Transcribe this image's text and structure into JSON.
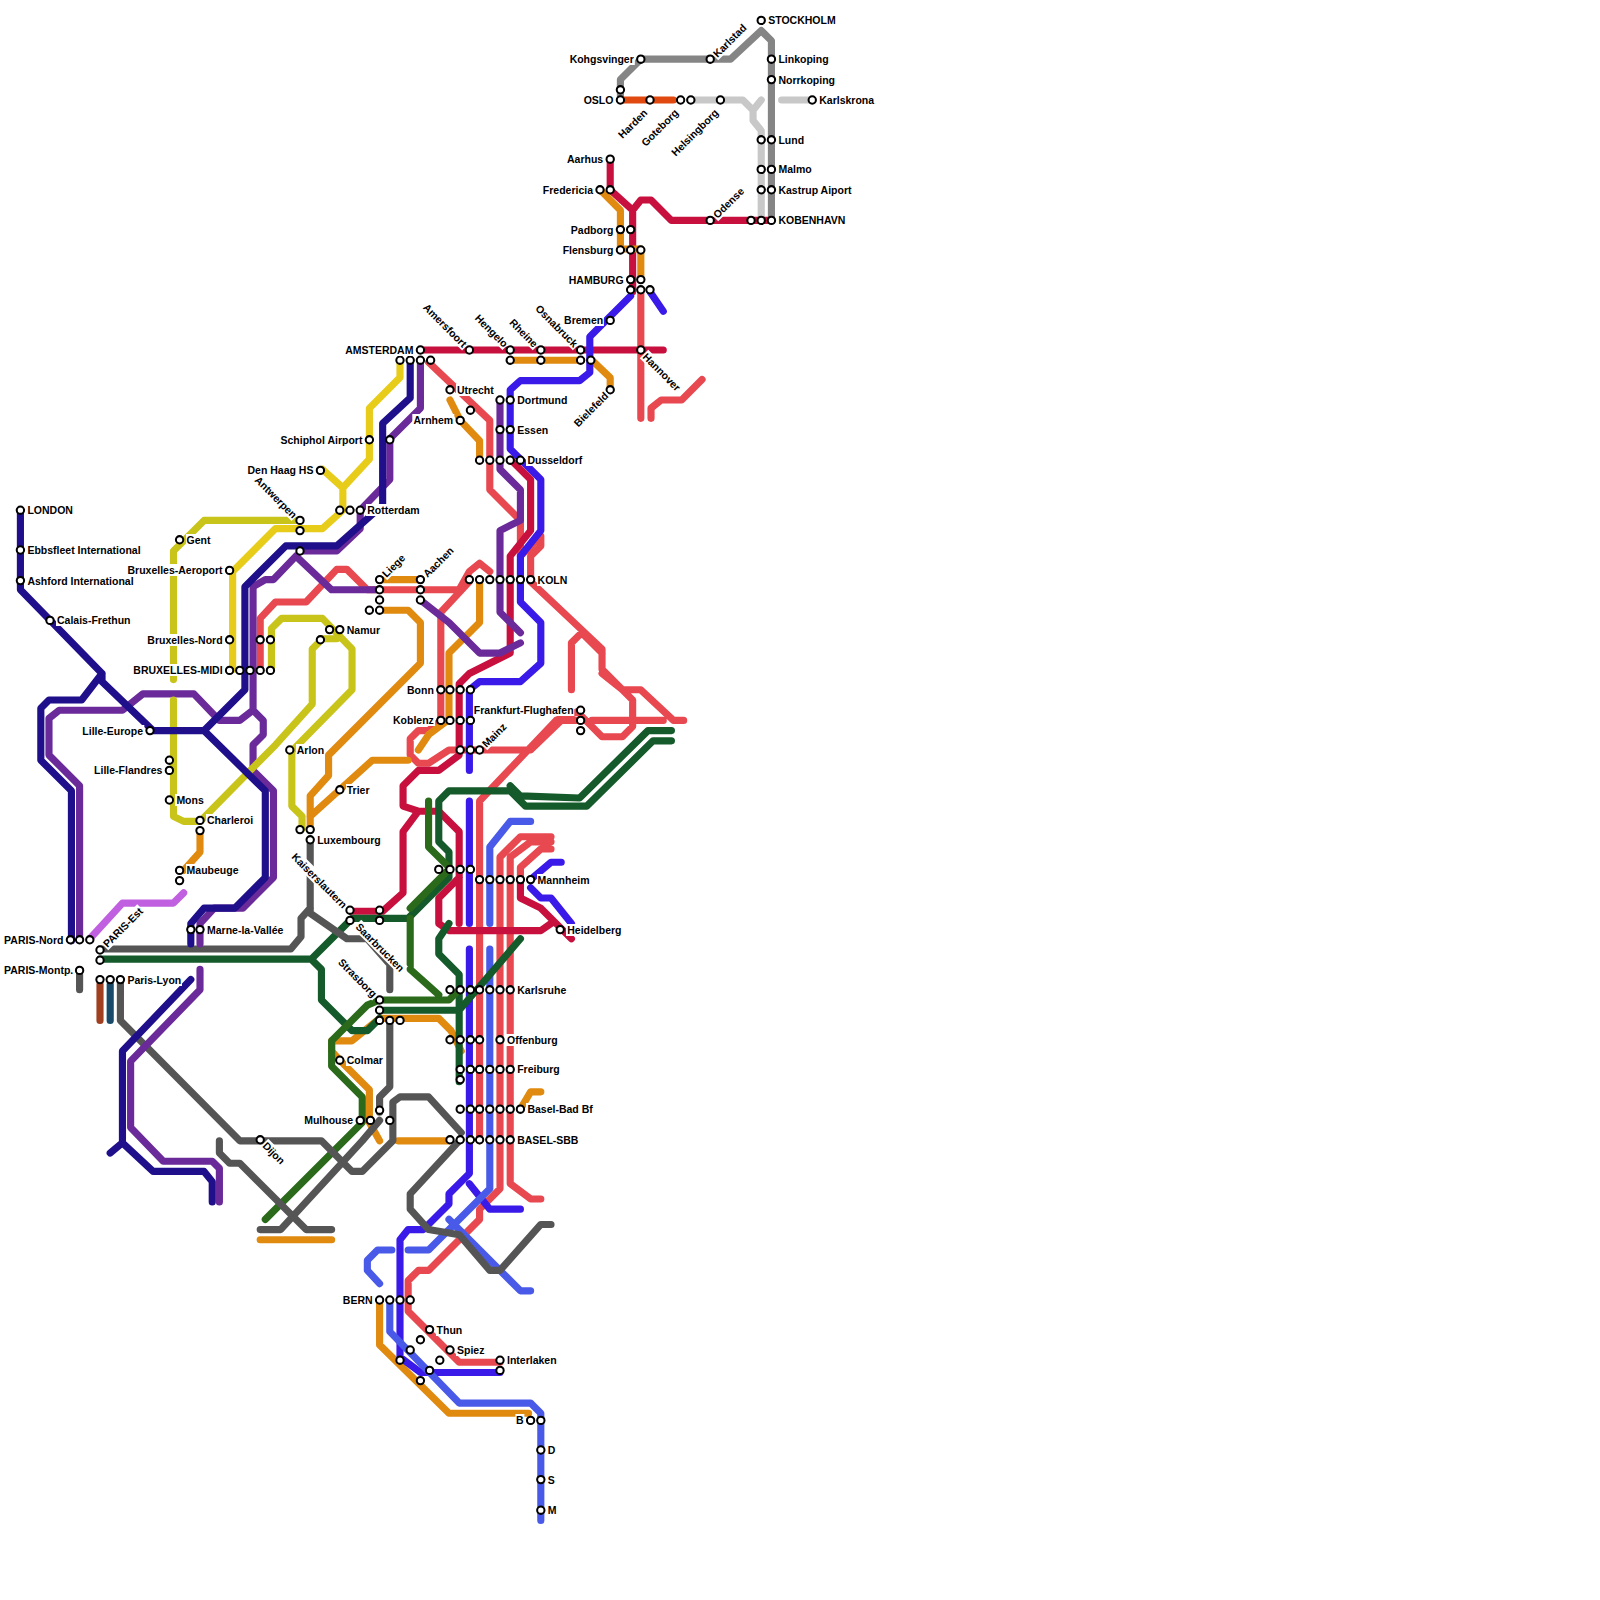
{
  "diagram": {
    "labels": [
      "STOCKHOLM",
      "Linkoping",
      "Norrkoping",
      "Karlskrona",
      "Lund",
      "Malmo",
      "Kastrup Aiport",
      "KOBENHAVN",
      "Kohgsvinger",
      "Karlstad",
      "OSLO",
      "Harden",
      "Goteborg",
      "Helsingborg",
      "Odense",
      "Aarhus",
      "Fredericia",
      "Padborg",
      "Flensburg",
      "HAMBURG",
      "Bremen",
      "Hannover",
      "AMSTERDAM",
      "Amersfoort",
      "Hengelo",
      "Rheine",
      "Osnabruck",
      "Bielefeld",
      "Utrecht",
      "Arnhem",
      "Dortmund",
      "Essen",
      "Dusseldorf",
      "Schiphol Airport",
      "Den Haag HS",
      "Rotterdam",
      "Antwerpen",
      "Gent",
      "Bruxelles-Aeroport",
      "Liege",
      "Aachen",
      "KOLN",
      "Namur",
      "Bruxelles-Nord",
      "BRUXELLES-MIDI",
      "LONDON",
      "Ebbsfleet International",
      "Ashford International",
      "Calais-Frethun",
      "Lille-Europe",
      "Lille-Flandres",
      "Mons",
      "Charleroi",
      "Maubeuge",
      "Arlon",
      "Trier",
      "Luxembourg",
      "Bonn",
      "Koblenz",
      "Frankfurt-Flughafen",
      "Mainz",
      "Mannheim",
      "Heidelberg",
      "Kaiserslautern",
      "Saarbrucken",
      "PARIS-Nord",
      "PARIS-Est",
      "PARIS-Montp.",
      "Paris-Lyon",
      "Marne-la-Vallée",
      "Strasborg",
      "Karlsruhe",
      "Offenburg",
      "Freiburg",
      "Colmar",
      "Basel-Bad Bf",
      "BASEL-SBB",
      "Mulhouse",
      "Dijon",
      "BERN",
      "Thun",
      "Spiez",
      "Interlaken",
      "B",
      "D",
      "S",
      "M"
    ]
  }
}
